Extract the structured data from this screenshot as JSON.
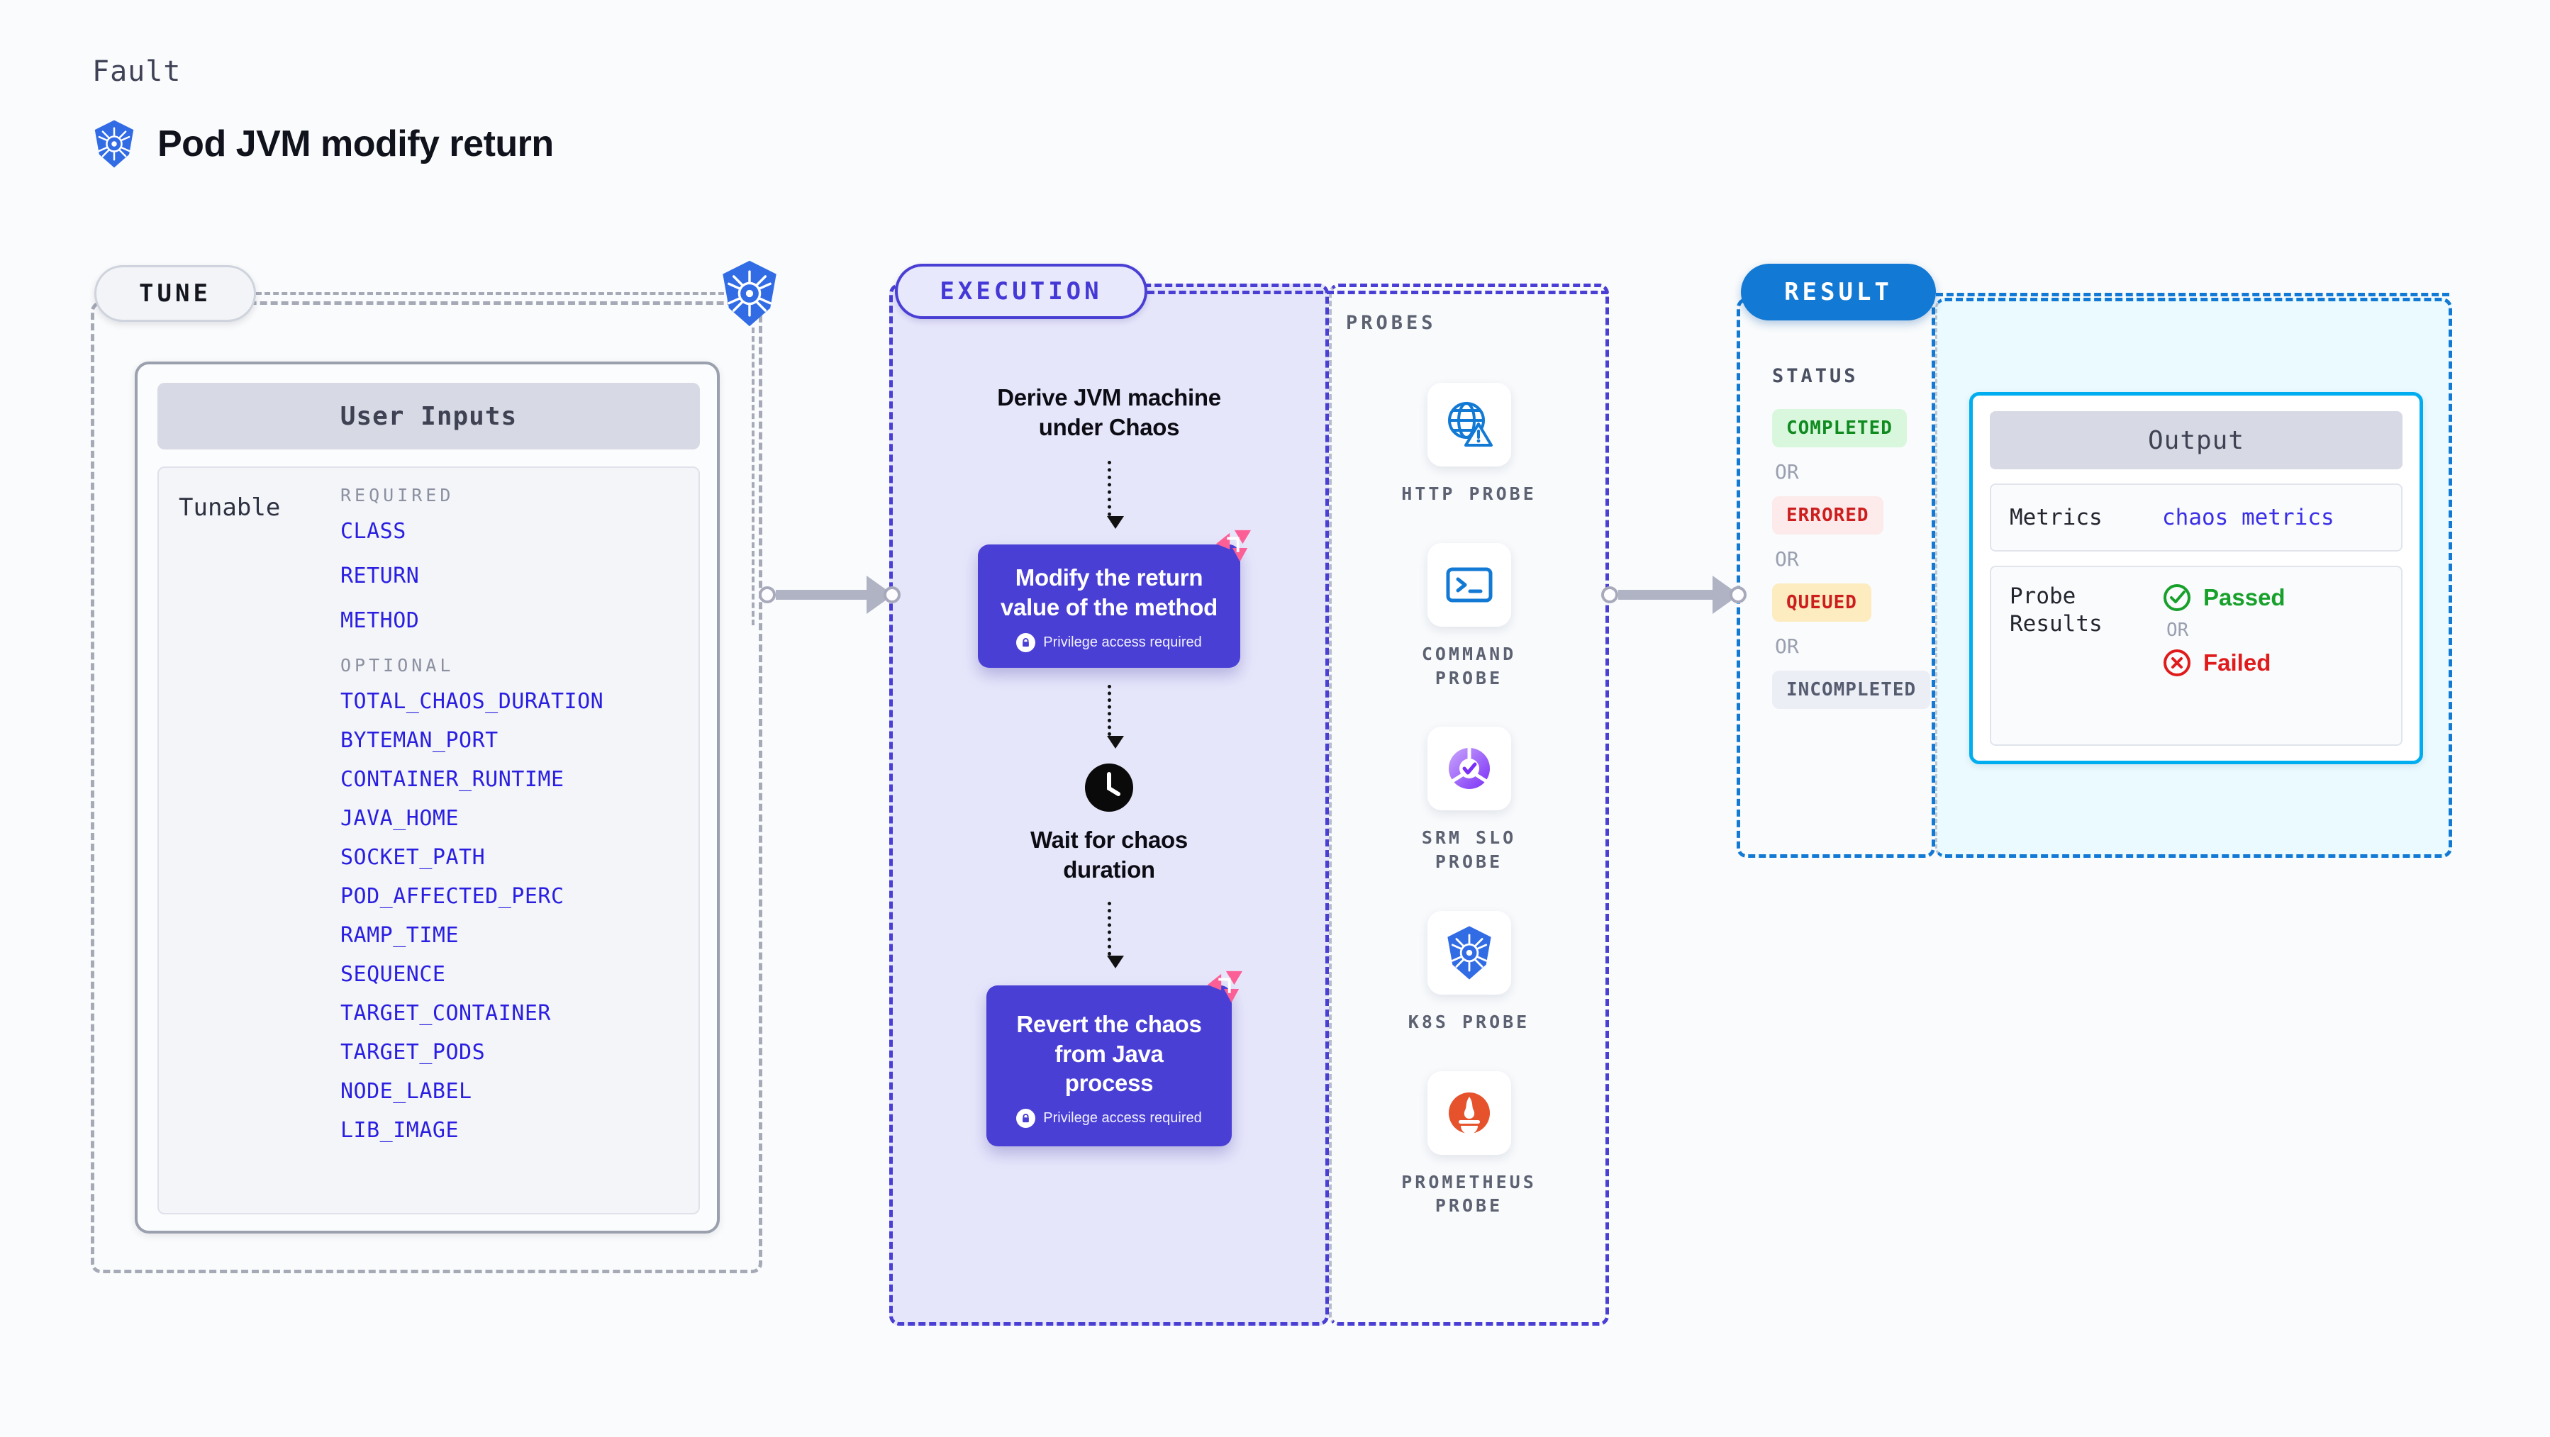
{
  "header": {
    "kicker": "Fault",
    "title": "Pod JVM modify return",
    "icon": "kubernetes-icon"
  },
  "stages": {
    "tune": {
      "pill_label": "TUNE",
      "badge_icon": "kubernetes-icon"
    },
    "execution": {
      "pill_label": "EXECUTION"
    },
    "result": {
      "pill_label": "RESULT"
    }
  },
  "tune": {
    "card_title": "User Inputs",
    "tunable_label": "Tunable",
    "required_title": "REQUIRED",
    "required": [
      "CLASS",
      "RETURN",
      "METHOD"
    ],
    "optional_title": "OPTIONAL",
    "optional": [
      "TOTAL_CHAOS_DURATION",
      "BYTEMAN_PORT",
      "CONTAINER_RUNTIME",
      "JAVA_HOME",
      "SOCKET_PATH",
      "POD_AFFECTED_PERC",
      "RAMP_TIME",
      "SEQUENCE",
      "TARGET_CONTAINER",
      "TARGET_PODS",
      "NODE_LABEL",
      "LIB_IMAGE"
    ]
  },
  "execution": {
    "step1_text": "Derive JVM machine\nunder Chaos",
    "step2": {
      "title": "Modify the return\nvalue of the method",
      "note": "Privilege access required",
      "note_icon": "lock-icon",
      "corner_icon": "chaos-badge-icon"
    },
    "step3": {
      "icon": "clock-icon",
      "text": "Wait for chaos\nduration"
    },
    "step4": {
      "title": "Revert the chaos\nfrom Java process",
      "note": "Privilege access required",
      "note_icon": "lock-icon",
      "corner_icon": "chaos-badge-icon"
    }
  },
  "probes": {
    "title": "PROBES",
    "items": [
      {
        "name": "HTTP PROBE",
        "icon": "globe-warning-icon"
      },
      {
        "name": "COMMAND\nPROBE",
        "icon": "terminal-icon"
      },
      {
        "name": "SRM SLO\nPROBE",
        "icon": "slo-donut-check-icon"
      },
      {
        "name": "K8S PROBE",
        "icon": "kubernetes-icon"
      },
      {
        "name": "PROMETHEUS\nPROBE",
        "icon": "prometheus-icon"
      }
    ]
  },
  "result": {
    "status_title": "STATUS",
    "or_label": "OR",
    "statuses": [
      {
        "label": "COMPLETED",
        "style": "sb-completed"
      },
      {
        "label": "ERRORED",
        "style": "sb-errored"
      },
      {
        "label": "QUEUED",
        "style": "sb-queued"
      },
      {
        "label": "INCOMPLETED",
        "style": "sb-incomplete"
      }
    ]
  },
  "output": {
    "card_title": "Output",
    "metrics_label": "Metrics",
    "metrics_value": "chaos metrics",
    "probe_results_label": "Probe\nResults",
    "passed_label": "Passed",
    "failed_label": "Failed",
    "or_label": "OR",
    "passed_icon": "check-circle-icon",
    "failed_icon": "x-circle-icon"
  },
  "colors": {
    "accent_indigo": "#4a3fd4",
    "accent_blue": "#1279d4",
    "accent_cyan": "#00aeef",
    "param_blue": "#2a1fe0",
    "success_green": "#17a02a",
    "error_red": "#e01b1b",
    "chaos_pink": "#fb5f96"
  }
}
